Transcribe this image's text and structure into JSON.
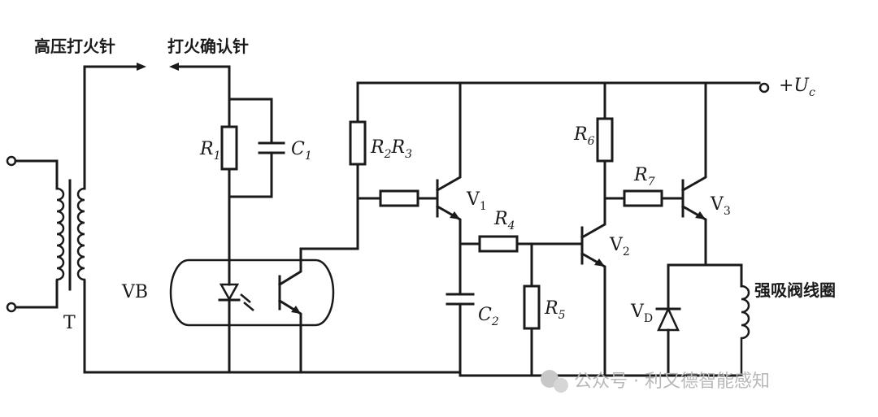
{
  "labels": {
    "hv_pin": "高压打火针",
    "confirm_pin": "打火确认针",
    "transformer": "T",
    "optocoupler": "VB",
    "r1": "R",
    "r1_sub": "1",
    "c1": "C",
    "c1_sub": "1",
    "r2r3": "R",
    "r2_sub": "2",
    "r3_mid": "R",
    "r3_sub": "3",
    "v1": "V",
    "v1_sub": "1",
    "r4": "R",
    "r4_sub": "4",
    "c2": "C",
    "c2_sub": "2",
    "r5": "R",
    "r5_sub": "5",
    "v2": "V",
    "v2_sub": "2",
    "r6": "R",
    "r6_sub": "6",
    "r7": "R",
    "r7_sub": "7",
    "v3": "V",
    "v3_sub": "3",
    "vd": "V",
    "vd_sub": "D",
    "supply": "+U",
    "supply_sub": "c",
    "valve_coil": "强吸阀线圈"
  },
  "watermark": "公众号 · 利又德智能感知"
}
